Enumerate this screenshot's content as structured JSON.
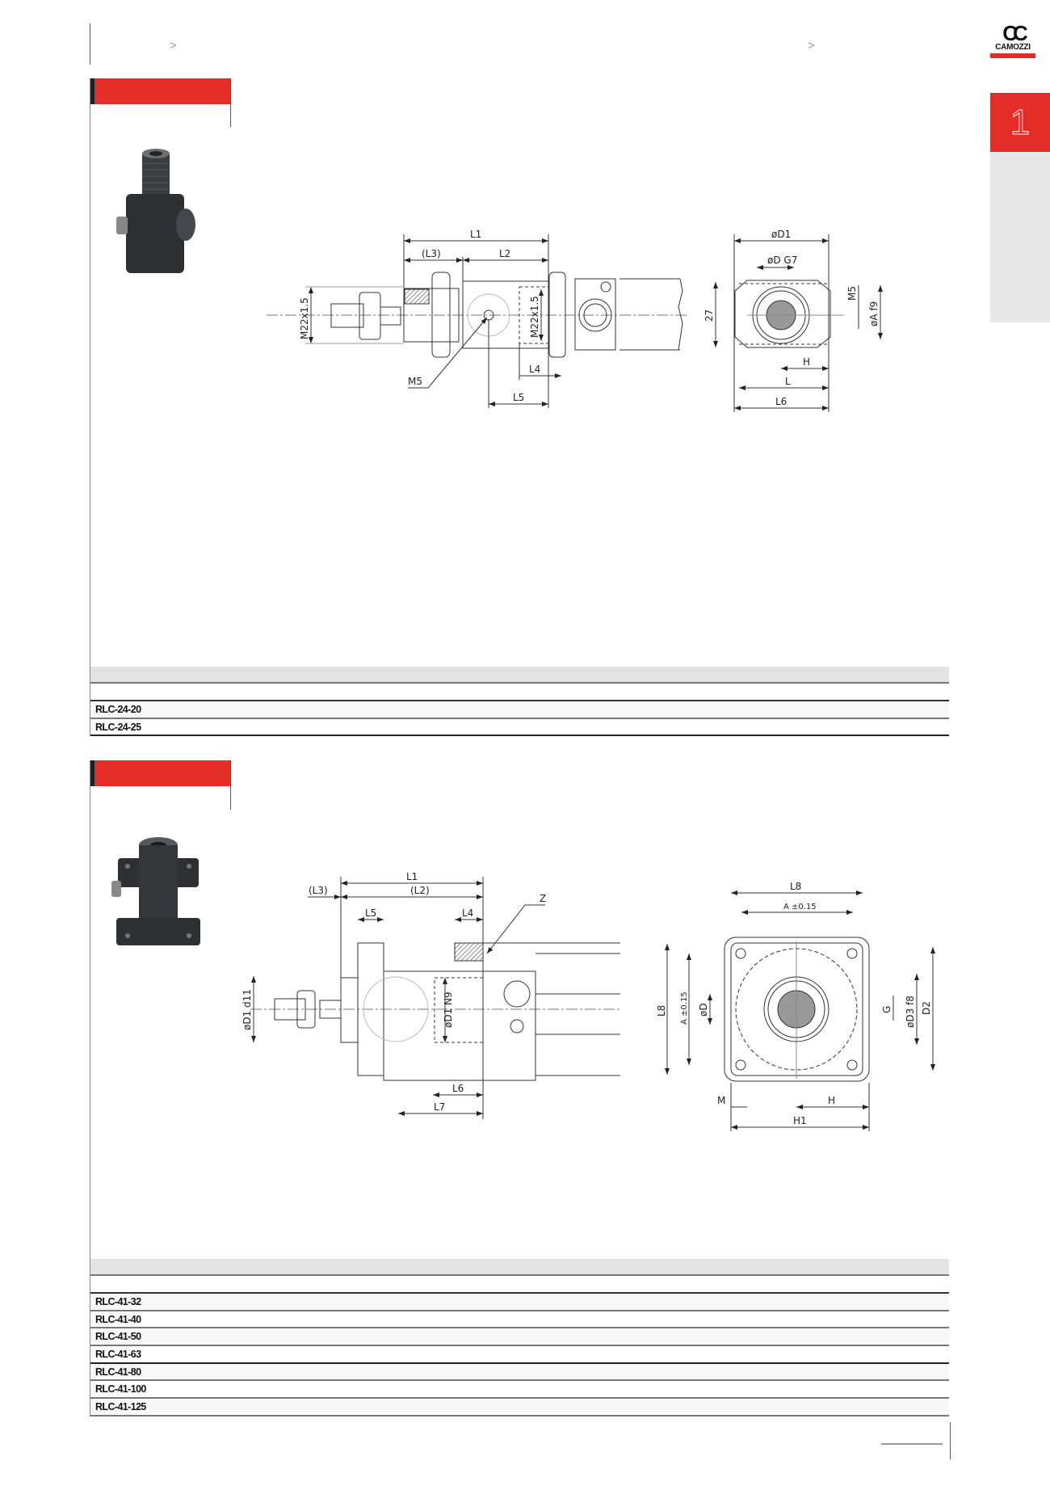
{
  "header": {
    "separators": [
      ">",
      ">"
    ]
  },
  "logo": {
    "mark": "CC",
    "name": "CAMOZZI",
    "brand_color": "#e52d27"
  },
  "side_tab": {
    "number": "1"
  },
  "section1": {
    "drawing_side": {
      "L1": "L1",
      "L3": "(L3)",
      "L2": "L2",
      "M22_left": "M22x1.5",
      "M22_right": "M22x1.5",
      "M5": "M5",
      "L4": "L4",
      "L5": "L5"
    },
    "drawing_front": {
      "D1": "øD1",
      "D": "øD G7",
      "h27": "27",
      "M5": "M5",
      "A": "øA f9",
      "H": "H",
      "L": "L",
      "L6": "L6"
    },
    "table": {
      "rows": [
        "RLC-24-20",
        "RLC-24-25"
      ]
    }
  },
  "section2": {
    "drawing_side": {
      "L1": "L1",
      "L3": "(L3)",
      "L2": "(L2)",
      "L5": "L5",
      "L4": "L4",
      "Z": "Z",
      "D1d": "øD1 d11",
      "D1n": "øD1 N9",
      "L6": "L6",
      "L7": "L7"
    },
    "drawing_front": {
      "L8": "L8",
      "A": "A ±0.15",
      "L8v": "L8",
      "Av": "A ±0.15",
      "D": "øD",
      "G": "G",
      "D3": "øD3 f8",
      "D2": "D2",
      "M": "M",
      "H": "H",
      "H1": "H1"
    },
    "table": {
      "rows": [
        "RLC-41-32",
        "RLC-41-40",
        "RLC-41-50",
        "RLC-41-63",
        "RLC-41-80",
        "RLC-41-100",
        "RLC-41-125"
      ]
    }
  }
}
